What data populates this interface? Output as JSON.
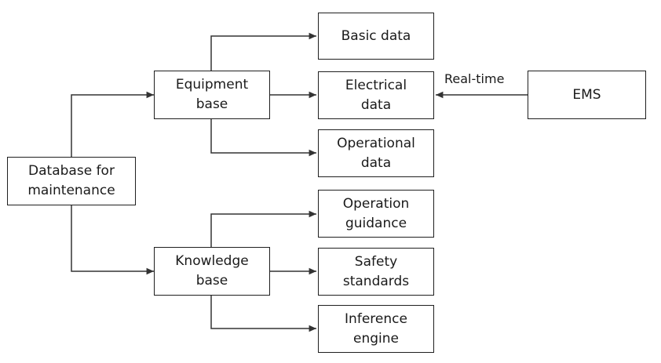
{
  "diagram": {
    "nodes": {
      "database": "Database for\nmaintenance",
      "equipment_base": "Equipment\nbase",
      "knowledge_base": "Knowledge\nbase",
      "basic_data": "Basic data",
      "electrical_data": "Electrical\ndata",
      "operational_data": "Operational\ndata",
      "operation_guidance": "Operation\nguidance",
      "safety_standards": "Safety\nstandards",
      "inference_engine": "Inference\nengine",
      "ems": "EMS"
    },
    "edge_labels": {
      "realtime": "Real-time"
    },
    "edges": [
      {
        "from": "database",
        "to": "equipment_base"
      },
      {
        "from": "database",
        "to": "knowledge_base"
      },
      {
        "from": "equipment_base",
        "to": "basic_data"
      },
      {
        "from": "equipment_base",
        "to": "electrical_data"
      },
      {
        "from": "equipment_base",
        "to": "operational_data"
      },
      {
        "from": "knowledge_base",
        "to": "operation_guidance"
      },
      {
        "from": "knowledge_base",
        "to": "safety_standards"
      },
      {
        "from": "knowledge_base",
        "to": "inference_engine"
      },
      {
        "from": "ems",
        "to": "electrical_data",
        "label": "Real-time"
      }
    ],
    "colors": {
      "line": "#333333",
      "box_border": "#1f1f1f",
      "text": "#1a1a1a"
    }
  }
}
